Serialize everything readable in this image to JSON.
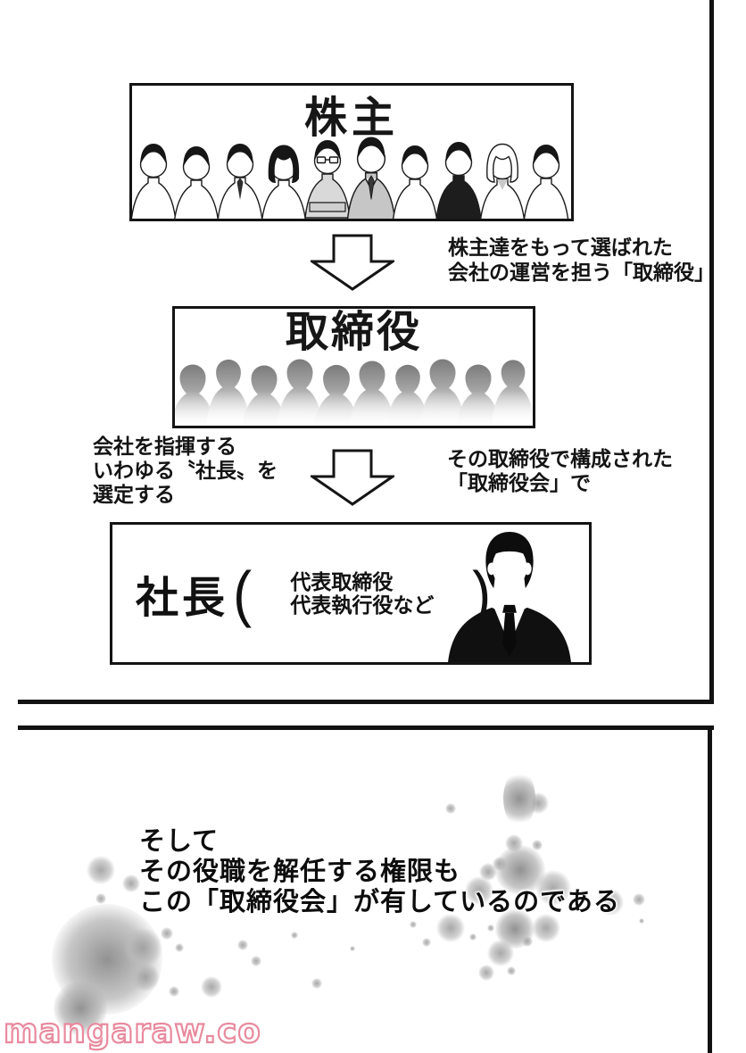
{
  "diagram": {
    "shareholders_box": {
      "title": "株主"
    },
    "arrow1_note": {
      "line1": "株主達をもって選ばれた",
      "line2": "会社の運営を担う「取締役」"
    },
    "directors_box": {
      "title": "取締役"
    },
    "selection_note": {
      "line1": "会社を指揮する",
      "line2": "いわゆる〝社長〟を",
      "line3": "選定する"
    },
    "board_note": {
      "line1": "その取締役で構成された",
      "line2": "「取締役会」で"
    },
    "president_box": {
      "title": "社長",
      "open_paren": "(",
      "roles_line1": "代表取締役",
      "roles_line2": "代表執行役など",
      "close_paren": ")"
    }
  },
  "narration": {
    "line1": "そして",
    "line2": "その役職を解任する権限も",
    "line3": "この「取締役会」が有しているのである"
  },
  "watermark": {
    "text": "mangaraw.co",
    "color": "#e98a9e"
  }
}
